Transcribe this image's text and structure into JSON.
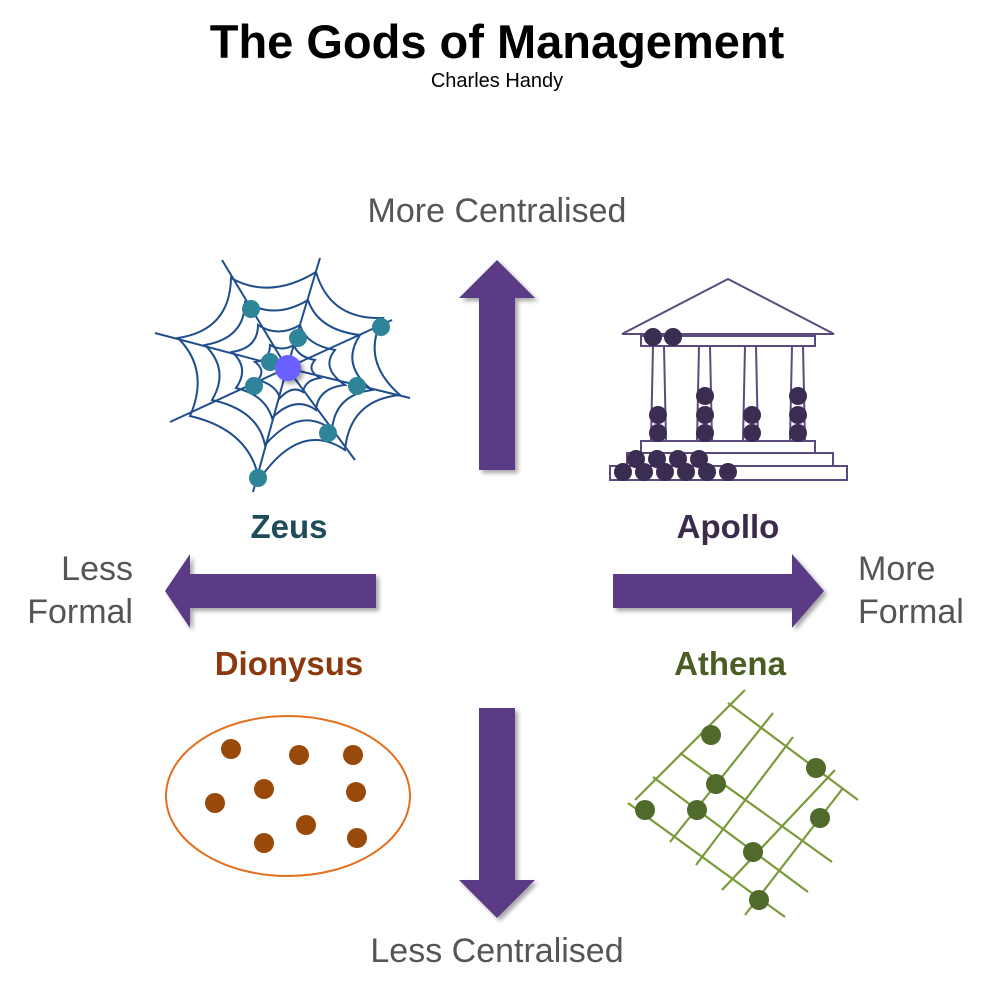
{
  "title": "The Gods of Management",
  "author": "Charles Handy",
  "axes": {
    "top": "More Centralised",
    "bottom": "Less Centralised",
    "left_line1": "Less",
    "left_line2": "Formal",
    "right_line1": "More",
    "right_line2": "Formal"
  },
  "gods": [
    {
      "name": "Zeus",
      "icon": "spider-web-icon",
      "color": "#1e4c5a"
    },
    {
      "name": "Apollo",
      "icon": "greek-temple-icon",
      "color": "#3b2a4a"
    },
    {
      "name": "Dionysus",
      "icon": "cluster-ellipse-icon",
      "color": "#8b3a0e"
    },
    {
      "name": "Athena",
      "icon": "grid-net-icon",
      "color": "#4a5e24"
    }
  ],
  "colors": {
    "arrow": "#5b3a86",
    "web_line": "#1f4e8c",
    "web_node": "#2e8599",
    "web_center": "#6a60ff",
    "temple_line": "#5b4a80",
    "temple_ball": "#3b2d52",
    "ellipse": "#e07020",
    "dot": "#994a0a",
    "grid_line": "#7a9a3a",
    "grid_node": "#4f6a2a"
  }
}
